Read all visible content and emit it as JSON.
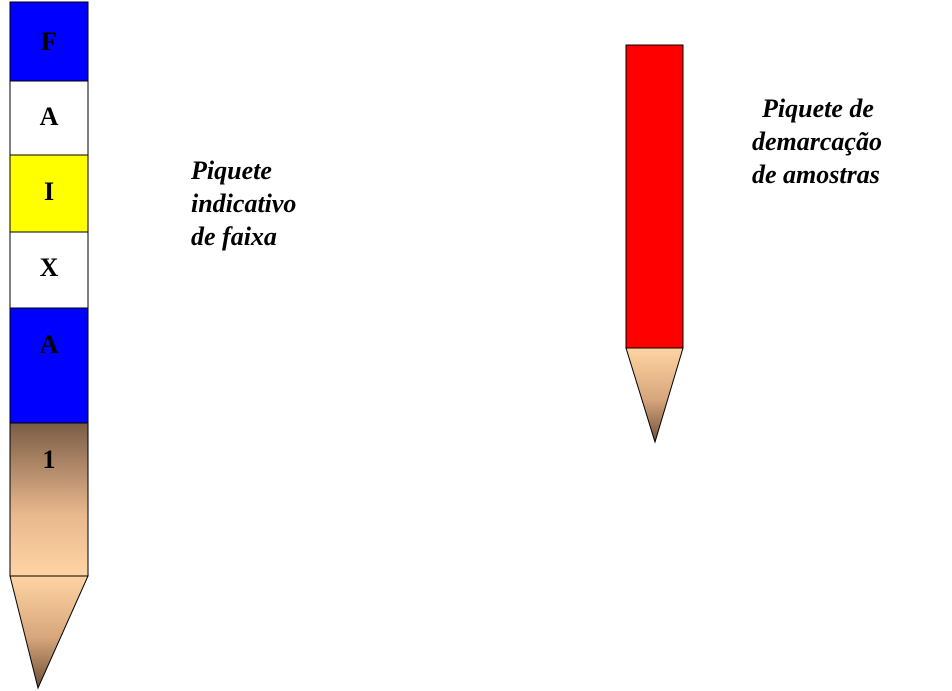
{
  "left_stake": {
    "segments": [
      {
        "label": "F",
        "fill": "#0000ff"
      },
      {
        "label": "A",
        "fill": "#ffffff"
      },
      {
        "label": "I",
        "fill": "#ffff00"
      },
      {
        "label": "X",
        "fill": "#ffffff"
      },
      {
        "label": "A",
        "fill": "#0000ff"
      },
      {
        "label": "1",
        "fill": "wood-gradient"
      }
    ],
    "caption": [
      "Piquete",
      "indicativo",
      "de faixa"
    ]
  },
  "right_stake": {
    "fill": "#ff0000",
    "caption": [
      "Piquete de",
      "demarcação",
      "de amostras"
    ]
  },
  "colors": {
    "wood_dark": "#7a5c45",
    "wood_light": "#ffd4a3",
    "outline": "#000000"
  }
}
